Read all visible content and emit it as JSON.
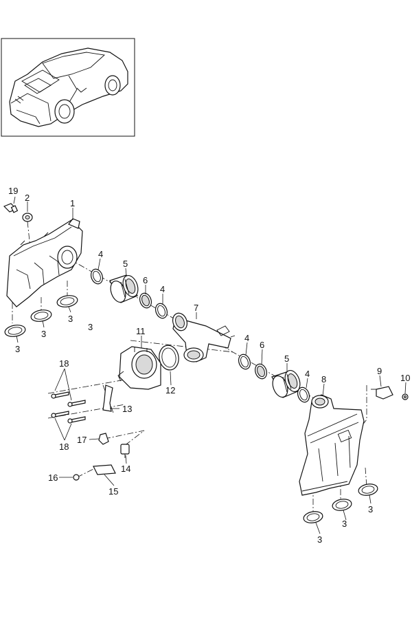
{
  "diagram": {
    "callouts": [
      "19",
      "2",
      "1",
      "4",
      "5",
      "6",
      "4",
      "3",
      "3",
      "3",
      "3",
      "7",
      "4",
      "6",
      "5",
      "4",
      "8",
      "9",
      "10",
      "11",
      "12",
      "13",
      "18",
      "18",
      "17",
      "14",
      "16",
      "15",
      "3",
      "3",
      "3"
    ]
  },
  "colors": {
    "line": "#111111",
    "background": "#ffffff",
    "shade": "#d9d9d9"
  }
}
